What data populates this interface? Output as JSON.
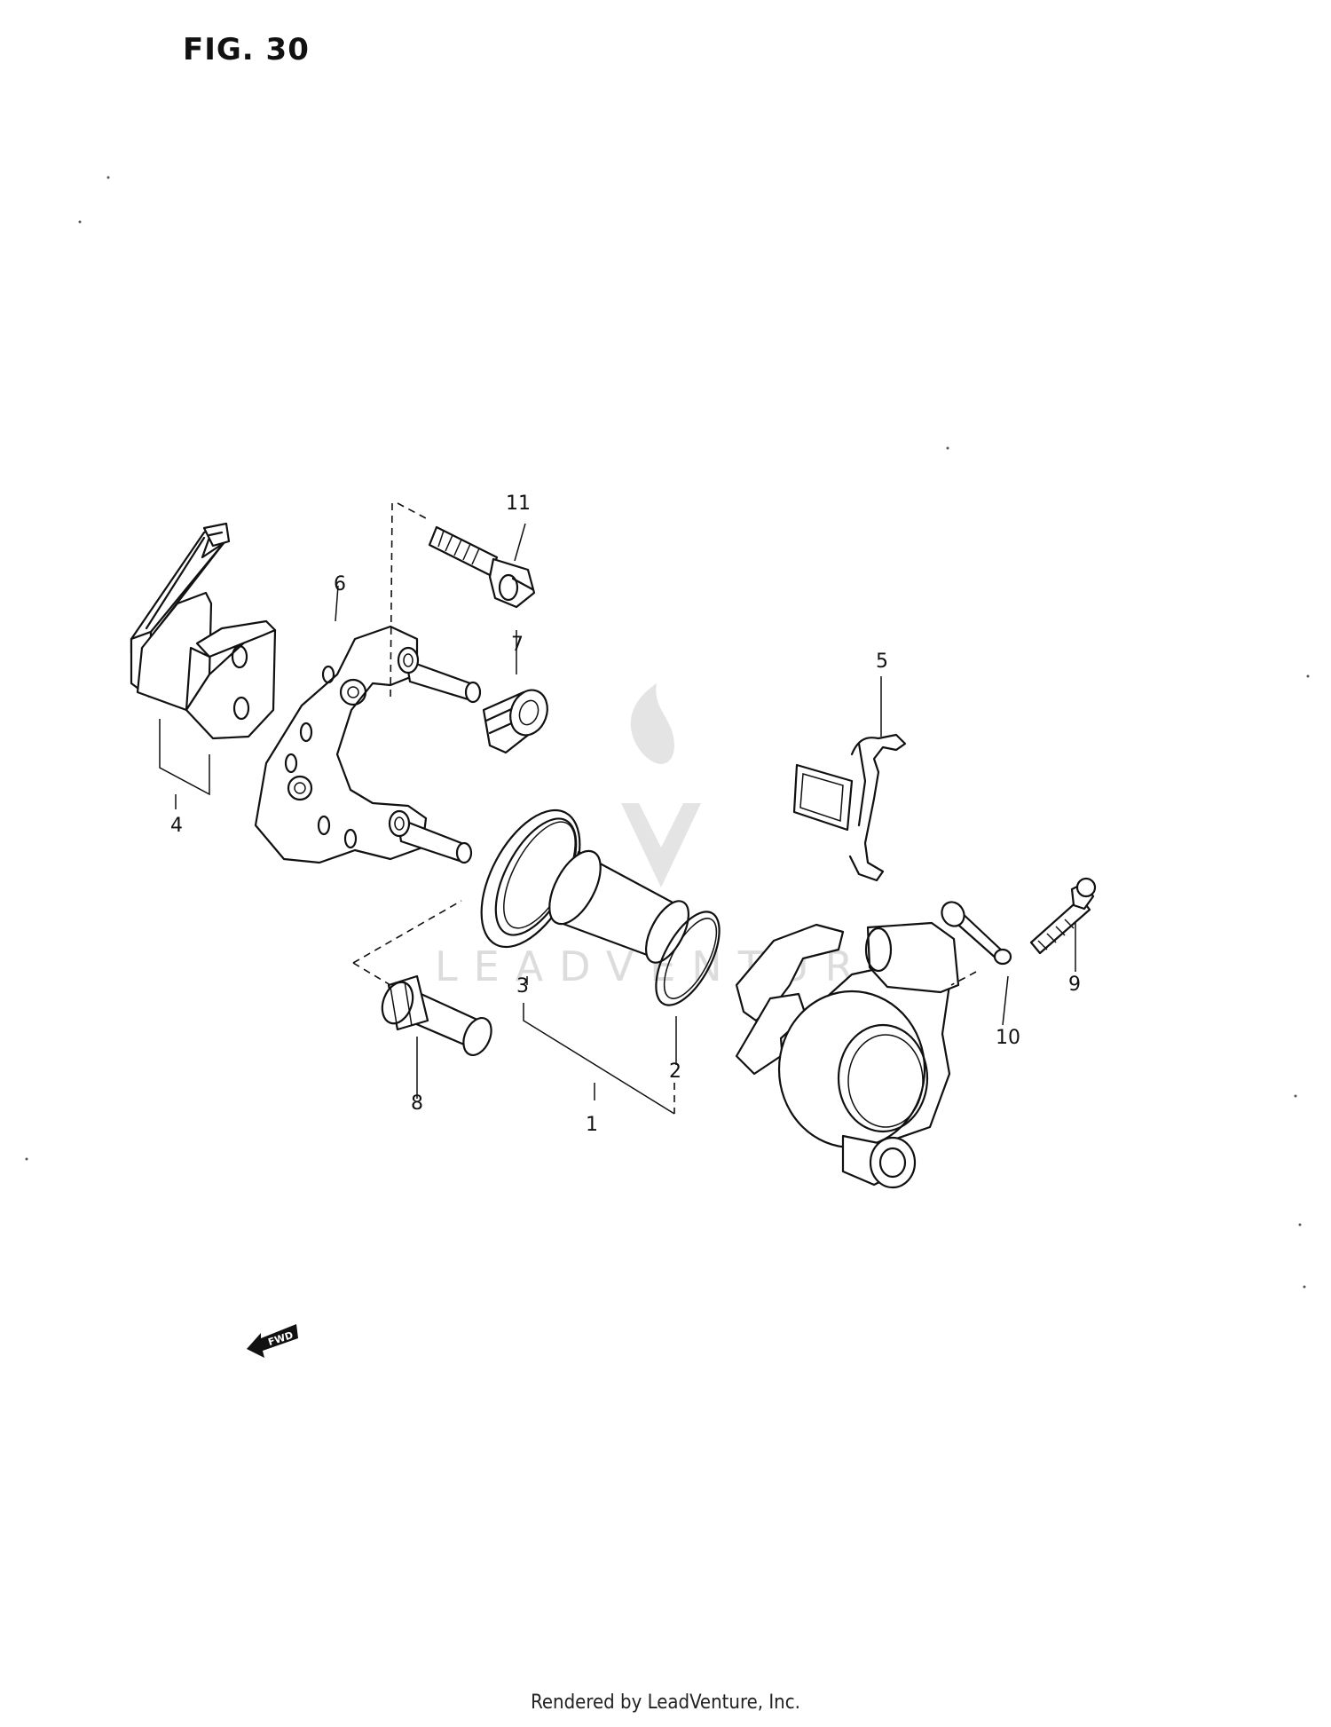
{
  "figure": {
    "title": "FIG. 30"
  },
  "callouts": [
    "1",
    "2",
    "3",
    "4",
    "5",
    "6",
    "7",
    "8",
    "9",
    "10",
    "11"
  ],
  "fwd_label": "FWD",
  "watermark": "LEADVENTURE",
  "footer": "Rendered by LeadVenture, Inc."
}
